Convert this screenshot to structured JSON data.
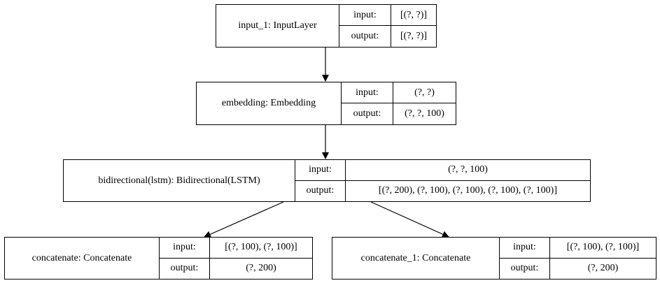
{
  "nodes": [
    {
      "id": "input_1",
      "name": "input_1: InputLayer",
      "input_label": "input:",
      "input_value": "[(?, ?)]",
      "output_label": "output:",
      "output_value": "[(?, ?)]"
    },
    {
      "id": "embedding",
      "name": "embedding: Embedding",
      "input_label": "input:",
      "input_value": "(?, ?)",
      "output_label": "output:",
      "output_value": "(?, ?, 100)"
    },
    {
      "id": "bidirectional",
      "name": "bidirectional(lstm): Bidirectional(LSTM)",
      "input_label": "input:",
      "input_value": "(?, ?, 100)",
      "output_label": "output:",
      "output_value": "[(?, 200), (?, 100), (?, 100), (?, 100), (?, 100)]"
    },
    {
      "id": "concatenate",
      "name": "concatenate: Concatenate",
      "input_label": "input:",
      "input_value": "[(?, 100), (?, 100)]",
      "output_label": "output:",
      "output_value": "(?, 200)"
    },
    {
      "id": "concatenate_1",
      "name": "concatenate_1: Concatenate",
      "input_label": "input:",
      "input_value": "[(?, 100), (?, 100)]",
      "output_label": "output:",
      "output_value": "(?, 200)"
    }
  ],
  "edges": [
    {
      "from": "input_1",
      "to": "embedding"
    },
    {
      "from": "embedding",
      "to": "bidirectional"
    },
    {
      "from": "bidirectional",
      "to": "concatenate"
    },
    {
      "from": "bidirectional",
      "to": "concatenate_1"
    }
  ]
}
